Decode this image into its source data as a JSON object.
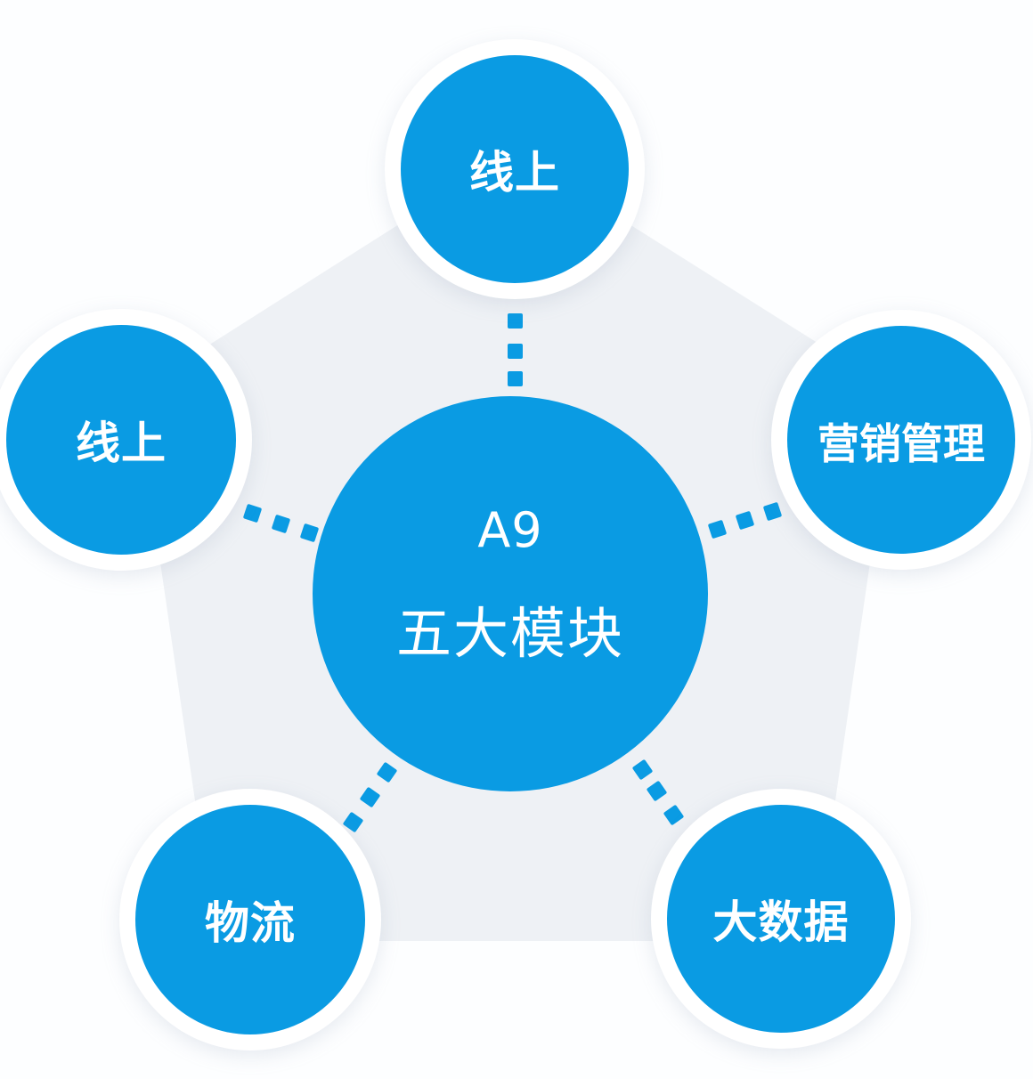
{
  "diagram": {
    "colors": {
      "node_fill": "#0a9be3",
      "ring": "#ffffff",
      "pentagon": "#eef1f5",
      "background": "#fdfeff",
      "connector": "#0a9be3",
      "text": "#ffffff"
    },
    "center": {
      "line1": "A9",
      "line2": "五大模块"
    },
    "nodes": [
      {
        "id": "top",
        "label": "线上"
      },
      {
        "id": "left",
        "label": "线上"
      },
      {
        "id": "right",
        "label": "营销管理"
      },
      {
        "id": "bottom-left",
        "label": "物流"
      },
      {
        "id": "bottom-right",
        "label": "大数据"
      }
    ]
  }
}
